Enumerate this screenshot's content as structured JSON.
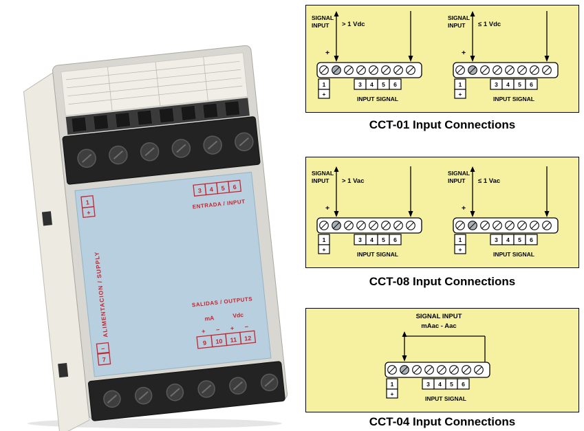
{
  "module": {
    "t1": "1",
    "t1_sign": "+",
    "inputs": [
      "3",
      "4",
      "5",
      "6"
    ],
    "entrada": "ENTRADA / INPUT",
    "alimentacion": "ALIMENTACION / SUPPLY",
    "salidas": "SALIDAS / OUTPUTS",
    "ma": "mA",
    "vdc": "Vdc",
    "output_signs": [
      "+",
      "−",
      "+",
      "−"
    ],
    "outputs": [
      "9",
      "10",
      "11",
      "12"
    ],
    "t7_sign": "−",
    "t7": "7"
  },
  "panels": [
    {
      "caption": "CCT-01 Input Connections",
      "diagrams": [
        {
          "signal_l1": "SIGNAL",
          "signal_l2": "INPUT",
          "cond": "> 1 Vdc",
          "plus": "+",
          "t1": "1",
          "t1_sign": "+",
          "terms": [
            "3",
            "4",
            "5",
            "6"
          ],
          "label": "INPUT SIGNAL"
        },
        {
          "signal_l1": "SIGNAL",
          "signal_l2": "INPUT",
          "cond": "≤ 1 Vdc",
          "plus": "+",
          "t1": "1",
          "t1_sign": "+",
          "terms": [
            "3",
            "4",
            "5",
            "6"
          ],
          "label": "INPUT SIGNAL"
        }
      ]
    },
    {
      "caption": "CCT-08 Input Connections",
      "diagrams": [
        {
          "signal_l1": "SIGNAL",
          "signal_l2": "INPUT",
          "cond": "> 1 Vac",
          "plus": "+",
          "t1": "1",
          "t1_sign": "+",
          "terms": [
            "3",
            "4",
            "5",
            "6"
          ],
          "label": "INPUT SIGNAL"
        },
        {
          "signal_l1": "SIGNAL",
          "signal_l2": "INPUT",
          "cond": "≤ 1 Vac",
          "plus": "+",
          "t1": "1",
          "t1_sign": "+",
          "terms": [
            "3",
            "4",
            "5",
            "6"
          ],
          "label": "INPUT SIGNAL"
        }
      ]
    },
    {
      "caption": "CCT-04 Input Connections",
      "diagrams": [
        {
          "signal_l1": "SIGNAL INPUT",
          "signal_l2": "mAac - Aac",
          "t1": "1",
          "t1_sign": "+",
          "terms": [
            "3",
            "4",
            "5",
            "6"
          ],
          "label": "INPUT SIGNAL"
        }
      ]
    }
  ],
  "colors": {
    "panel_bg": "#f6f1a1",
    "marking_red": "#c8242b",
    "label_blue": "#b7cfdf"
  }
}
